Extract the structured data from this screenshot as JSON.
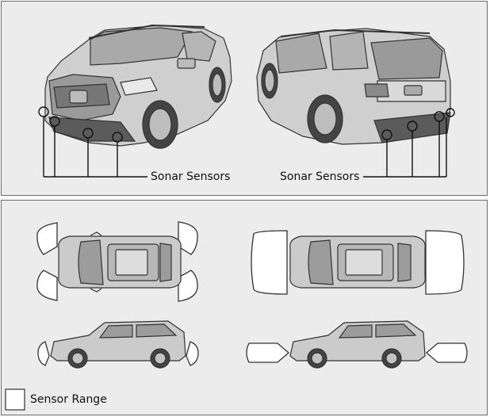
{
  "labels": {
    "front_sonar": "Sonar Sensors",
    "rear_sonar": "Sonar Sensors",
    "legend": "Sensor Range"
  },
  "colors": {
    "panel_bg": "#ececec",
    "border": "#6d6d6d",
    "car_body": "#c9c9c9",
    "car_dark": "#6e6e6e",
    "range_fill": "#ffffff"
  }
}
